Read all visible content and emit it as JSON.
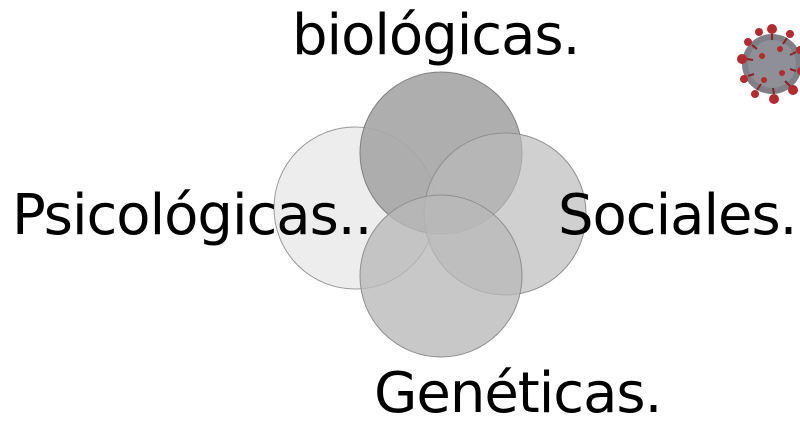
{
  "diagram": {
    "labels": {
      "top": "biológicas.",
      "left": "Psicológicas..",
      "right": "Sociales.",
      "bottom": "Genéticas."
    },
    "colors": {
      "circle_left": "#e9e9e9",
      "circle_top": "#a8a8a8",
      "circle_right": "#c9c9c9",
      "circle_bottom": "#bdbdbd",
      "stroke": "#8c8c8c",
      "virus_spike": "#b0282c",
      "virus_body": "#7d7d86"
    }
  },
  "icons": {
    "corner_image": "coronavirus-icon"
  }
}
